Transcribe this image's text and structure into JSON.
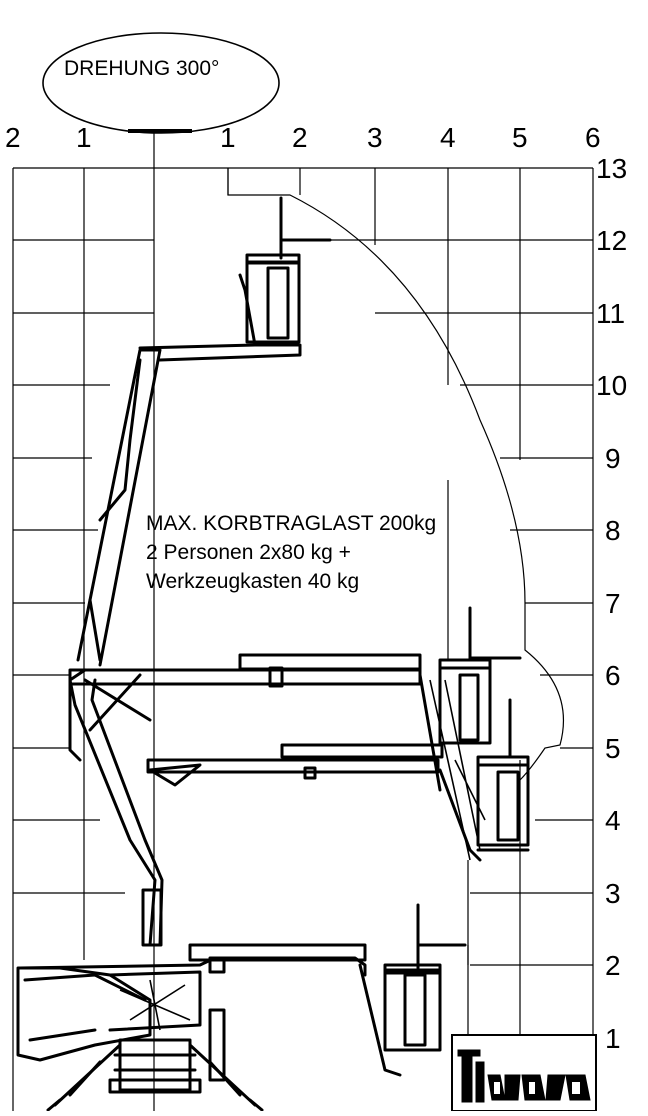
{
  "rotation_label": "DREHUNG 300°",
  "load_info": {
    "line1": "MAX. KORBTRAGLAST 200kg",
    "line2": "2 Personen 2x80 kg +",
    "line3": "Werkzeugkasten 40 kg"
  },
  "x_axis": {
    "labels": [
      "2",
      "1",
      "1",
      "2",
      "3",
      "4",
      "5",
      "6"
    ]
  },
  "y_axis": {
    "labels": [
      "13",
      "12",
      "11",
      "10",
      "9",
      "8",
      "7",
      "6",
      "5",
      "4",
      "3",
      "2",
      "1"
    ]
  },
  "logo_icon": "manufacturer-logo-icon"
}
